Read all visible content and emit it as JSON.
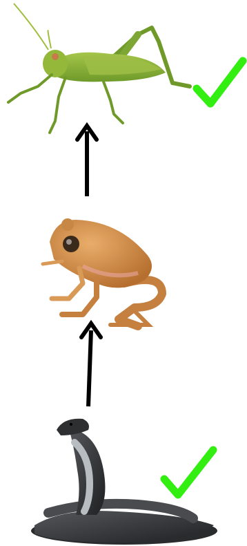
{
  "diagram": {
    "nodes": [
      {
        "id": "grasshopper",
        "icon": "grasshopper-icon",
        "checked": true
      },
      {
        "id": "frog",
        "icon": "frog-icon",
        "checked": false
      },
      {
        "id": "snake",
        "icon": "cobra-icon",
        "checked": true
      }
    ],
    "edges": [
      {
        "from": "frog",
        "to": "grasshopper"
      },
      {
        "from": "snake",
        "to": "frog"
      }
    ]
  },
  "colors": {
    "background": "#ffffff",
    "arrow": "#000000",
    "check": "#33ee11",
    "grasshopper_body": "#8fb43a",
    "grasshopper_dark": "#5f8a22",
    "frog_body": "#d79650",
    "frog_dark": "#b06a2c",
    "snake_body": "#3a3a3c",
    "snake_belly": "#b8bdc2"
  }
}
